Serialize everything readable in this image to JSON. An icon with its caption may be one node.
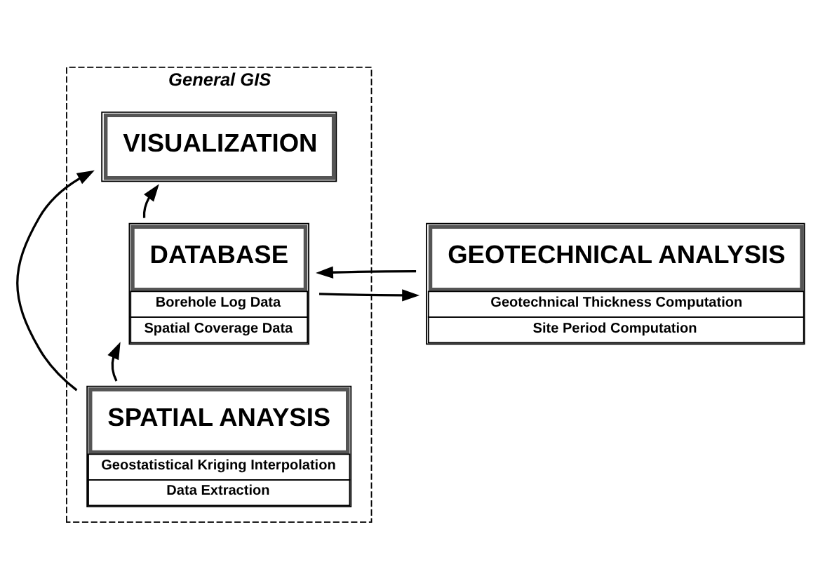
{
  "diagram": {
    "nodes": [
      {
        "text": [
          "General GIS"
        ]
      },
      {
        "text": [
          "SPATIAL ANAYSIS",
          "Geostatistical Kriging Interpolation",
          "Data Extraction"
        ],
        "in": 0
      },
      {
        "text": [
          "GEOTECHNICAL ANALYSIS",
          "Geotechnical Thickness Computation",
          "Site Period Computation"
        ]
      },
      {
        "text": [
          "DATABASE",
          "Borehole Log Data",
          "Spatial Coverage Data"
        ],
        "in": 0
      },
      {
        "text": [
          "VISUALIZATION"
        ],
        "in": 0
      }
    ],
    "edges": [
      {
        "from": 1,
        "to": 3,
        "arrow": "to"
      },
      {
        "from": 2,
        "to": 3,
        "arrow": "to"
      },
      {
        "from": 3,
        "to": 2,
        "arrow": "to"
      },
      {
        "from": 3,
        "to": 4,
        "arrow": "to"
      },
      {
        "from": 1,
        "to": 4,
        "arrow": "to"
      }
    ]
  }
}
